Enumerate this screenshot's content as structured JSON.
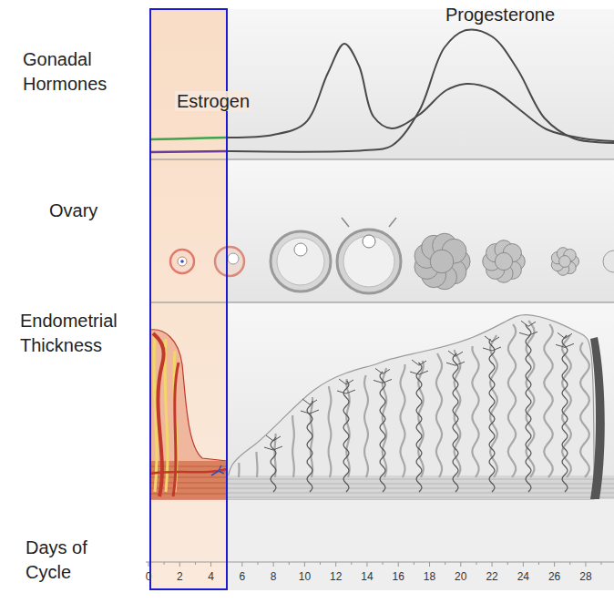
{
  "diagram": {
    "labels": [
      "Gonadal Hormones",
      "Estrogen",
      "Progesterone",
      "Ovary",
      "Endometrial Thickness",
      "Days of Cycle",
      "0",
      "2",
      "4",
      "6",
      "8",
      "10",
      "12",
      "14",
      "16",
      "18",
      "20",
      "22",
      "24",
      "26",
      "28"
    ]
  }
}
